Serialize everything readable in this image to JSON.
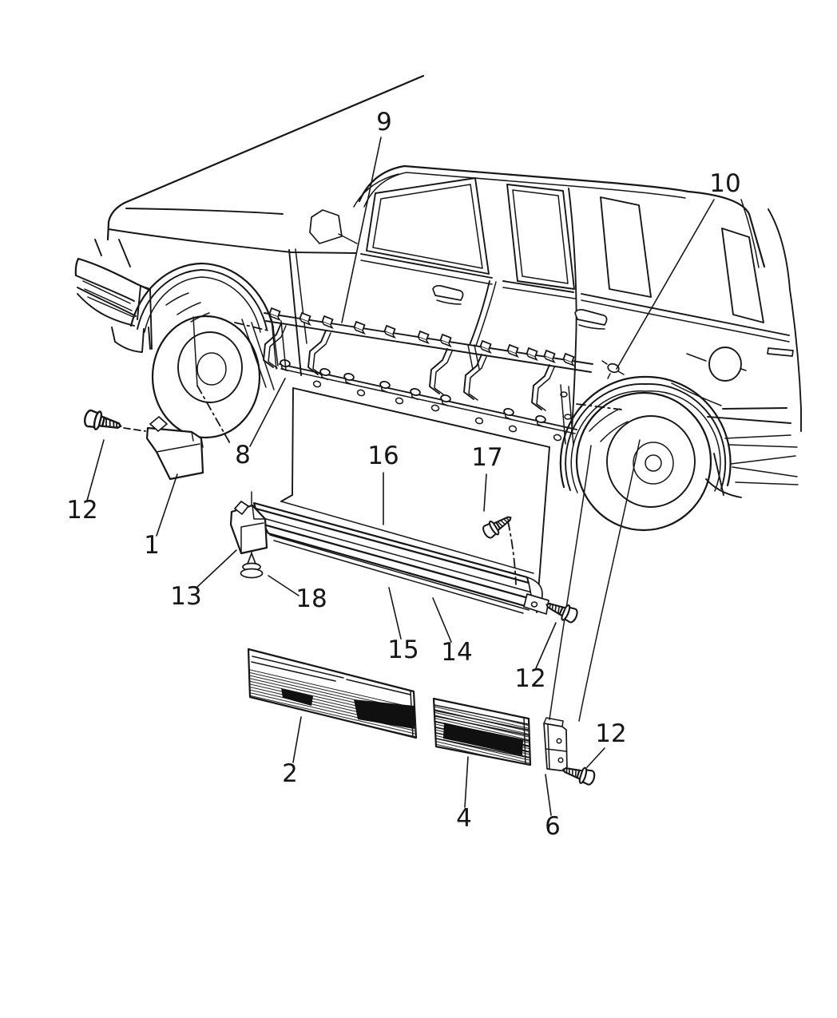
{
  "figure": {
    "type": "exploded-parts-diagram",
    "subject": "vehicle body side mouldings and cladding",
    "background_color": "#ffffff",
    "line_color": "#161616",
    "callouts": {
      "c9": {
        "label": "9"
      },
      "c10": {
        "label": "10"
      },
      "c12a": {
        "label": "12"
      },
      "c1": {
        "label": "1"
      },
      "c8": {
        "label": "8"
      },
      "c16": {
        "label": "16"
      },
      "c17": {
        "label": "17"
      },
      "c13": {
        "label": "13"
      },
      "c18": {
        "label": "18"
      },
      "c15": {
        "label": "15"
      },
      "c14": {
        "label": "14"
      },
      "c12b": {
        "label": "12"
      },
      "c2": {
        "label": "2"
      },
      "c4": {
        "label": "4"
      },
      "c6": {
        "label": "6"
      },
      "c12c": {
        "label": "12"
      }
    }
  }
}
